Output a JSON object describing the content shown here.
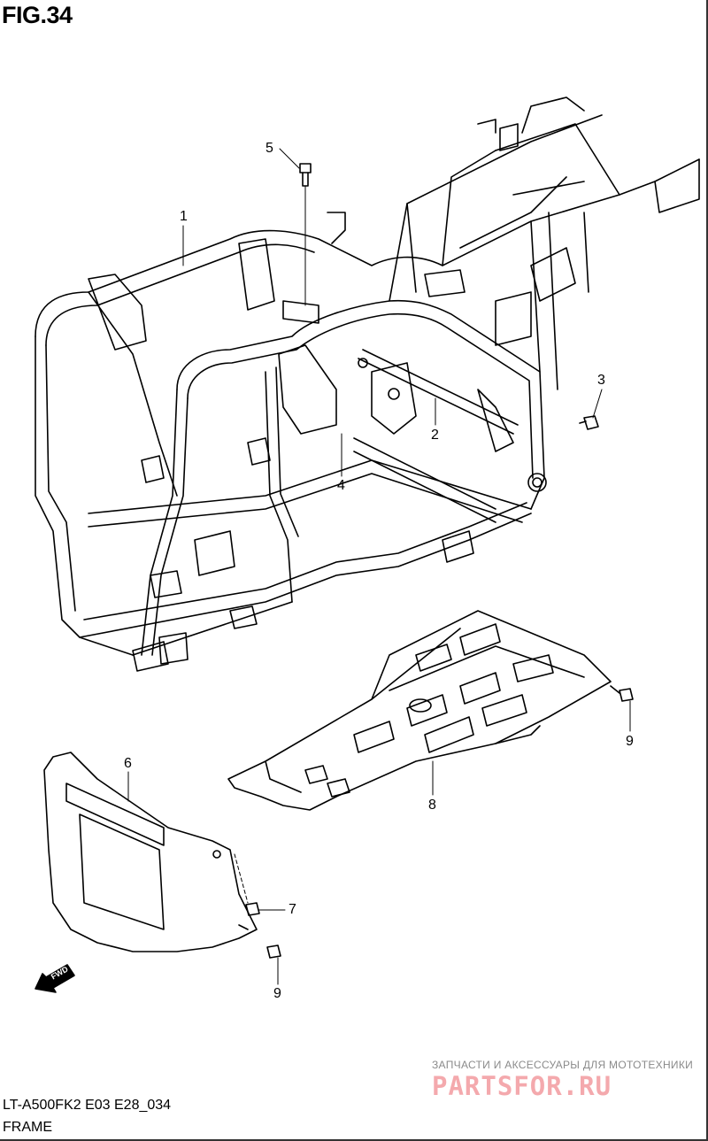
{
  "figure": {
    "title": "FIG.34",
    "model_code": "LT-A500FK2 E03 E28_034",
    "section": "FRAME"
  },
  "callouts": [
    "1",
    "2",
    "3",
    "4",
    "5",
    "6",
    "7",
    "8",
    "9",
    "9"
  ],
  "direction_indicator": {
    "label": "FWD",
    "icon": "arrow-left-down-icon"
  },
  "watermark": {
    "tagline": "ЗАПЧАСТИ И АКСЕССУАРЫ ДЛЯ МОТОТЕХНИКИ",
    "logo": "PARTSFOR.RU",
    "color": "#f4a9ad"
  }
}
